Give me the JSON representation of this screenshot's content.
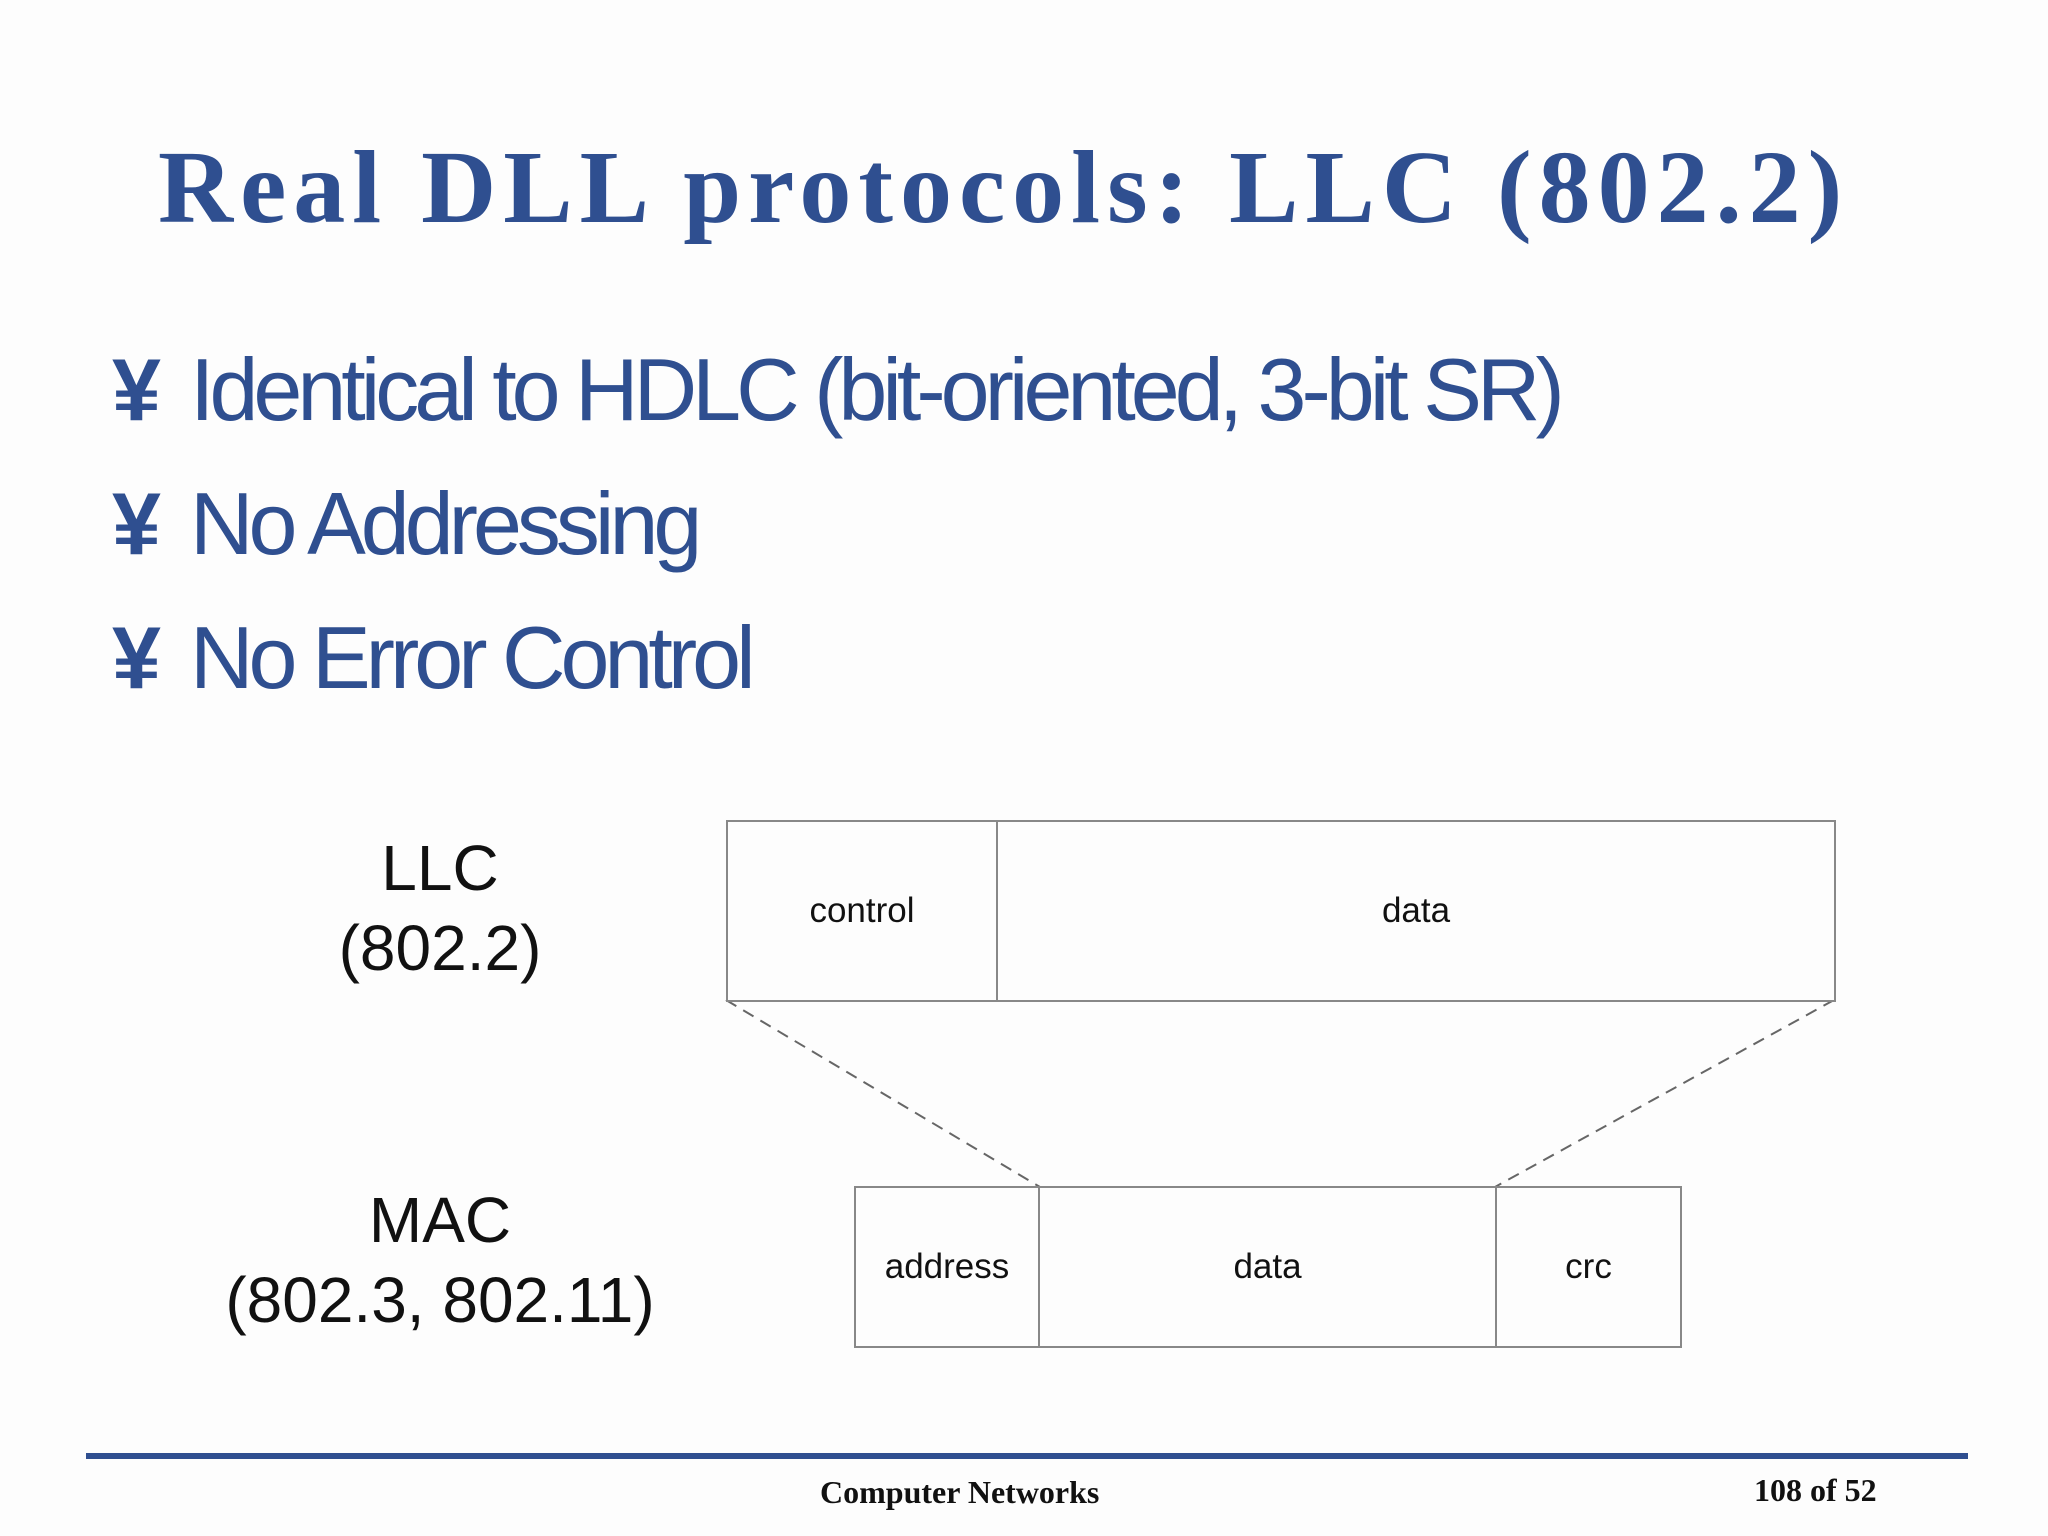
{
  "slide": {
    "title": "Real DLL protocols: LLC (802.2)",
    "bullet_mark": "¥",
    "bullets": [
      "Identical to HDLC (bit-oriented, 3-bit SR)",
      "No Addressing",
      "No Error Control"
    ]
  },
  "diagram": {
    "llc": {
      "label_line1": "LLC",
      "label_line2": "(802.2)",
      "fields": [
        "control",
        "data"
      ]
    },
    "mac": {
      "label_line1": "MAC",
      "label_line2": "(802.3, 802.11)",
      "fields": [
        "address",
        "data",
        "crc"
      ]
    }
  },
  "footer": {
    "course": "Computer Networks",
    "page": "108 of 52"
  },
  "colors": {
    "accent": "#2f4f90",
    "text": "#111111",
    "border": "#888888"
  }
}
